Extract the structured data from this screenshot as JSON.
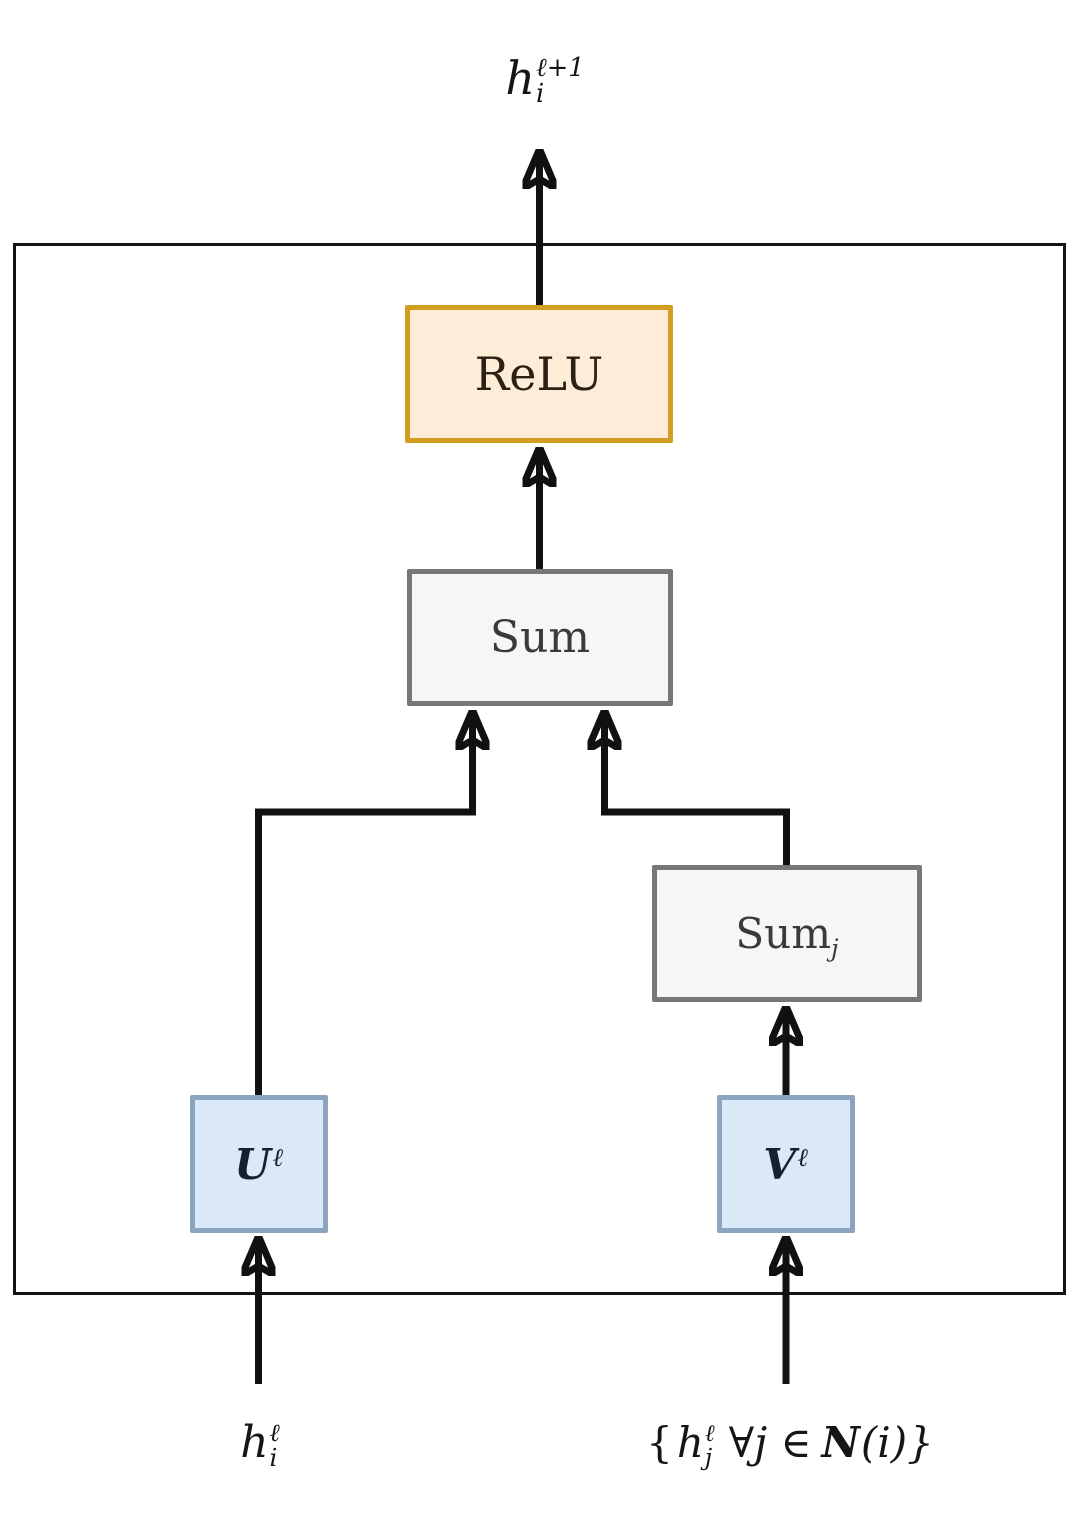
{
  "nodes": {
    "relu": {
      "label": "ReLU"
    },
    "sum": {
      "label": "Sum"
    },
    "sum_j": {
      "label": "Sum",
      "subscript": "j"
    },
    "u": {
      "label": "U",
      "superscript": "ℓ"
    },
    "v": {
      "label": "V",
      "superscript": "ℓ"
    }
  },
  "io_labels": {
    "output": {
      "base": "h",
      "superscript": "ℓ+1",
      "subscript": "i"
    },
    "input_self": {
      "base": "h",
      "superscript": "ℓ",
      "subscript": "i"
    },
    "input_neighbors": {
      "open_brace": "{",
      "base": "h",
      "superscript": "ℓ",
      "subscript": "j",
      "quantifier": "∀j ∈",
      "set_symbol": "N",
      "tail": "(i)}"
    }
  },
  "colors": {
    "relu_border": "#d29e21",
    "relu_fill": "#fdecd8",
    "sum_border": "#777777",
    "sum_fill": "#f6f6f6",
    "linear_border": "#8ba5c1",
    "linear_fill": "#dbe8f7",
    "line": "#111111"
  }
}
